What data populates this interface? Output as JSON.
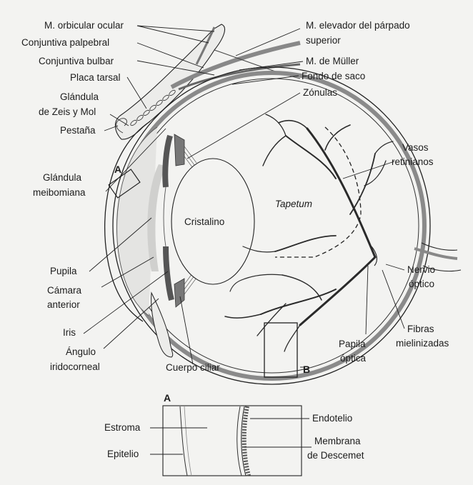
{
  "labels": {
    "orbicular": "M. orbicular ocular",
    "conj_palpebral": "Conjuntiva palpebral",
    "conj_bulbar": "Conjuntiva bulbar",
    "placa_tarsal": "Placa tarsal",
    "glandula_zeis_1": "Glándula",
    "glandula_zeis_2": "de Zeis y Mol",
    "pestana": "Pestaña",
    "meibomiana_1": "Glándula",
    "meibomiana_2": "meibomiana",
    "box_a": "A",
    "pupila": "Pupila",
    "camara_1": "Cámara",
    "camara_2": "anterior",
    "iris": "Iris",
    "angulo_1": "Ángulo",
    "angulo_2": "iridocorneal",
    "cuerpo_ciliar": "Cuerpo ciliar",
    "cristalino": "Cristalino",
    "tapetum": "Tapetum",
    "elevador_1": "M. elevador del párpado",
    "elevador_2": "superior",
    "muller": "M. de Müller",
    "fondo_saco": "Fondo de saco",
    "zonulas": "Zónulas",
    "vasos_1": "Vasos",
    "vasos_2": "retinianos",
    "nervio_1": "Nervio",
    "nervio_2": "óptico",
    "fibras_1": "Fibras",
    "fibras_2": "mielinizadas",
    "papila_1": "Papila",
    "papila_2": "óptica",
    "box_b": "B"
  },
  "inset": {
    "title": "A",
    "estroma": "Estroma",
    "epitelio": "Epitelio",
    "endotelio": "Endotelio",
    "membrana_1": "Membrana",
    "membrana_2": "de Descemet"
  }
}
